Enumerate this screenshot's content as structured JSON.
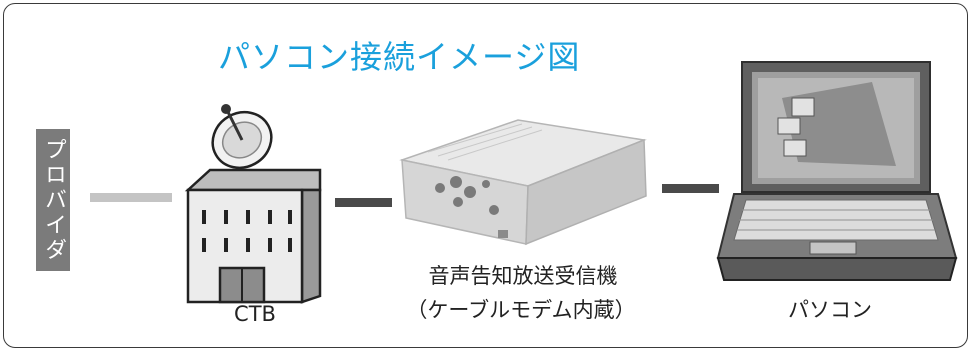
{
  "title": "パソコン接続イメージ図",
  "provider_label": "プロバイダ",
  "ctb_label": "CTB",
  "receiver_label_line1": "音声告知放送受信機",
  "receiver_label_line2": "（ケーブルモデム内蔵）",
  "pc_label": "パソコン",
  "colors": {
    "title": "#1aa0dc",
    "provider_box": "#7b7b7b",
    "line_light": "#c4c4c4",
    "line_dark": "#4a4a4a"
  },
  "icons": [
    "building-with-satellite-dish-icon",
    "receiver-device-icon",
    "laptop-icon"
  ]
}
